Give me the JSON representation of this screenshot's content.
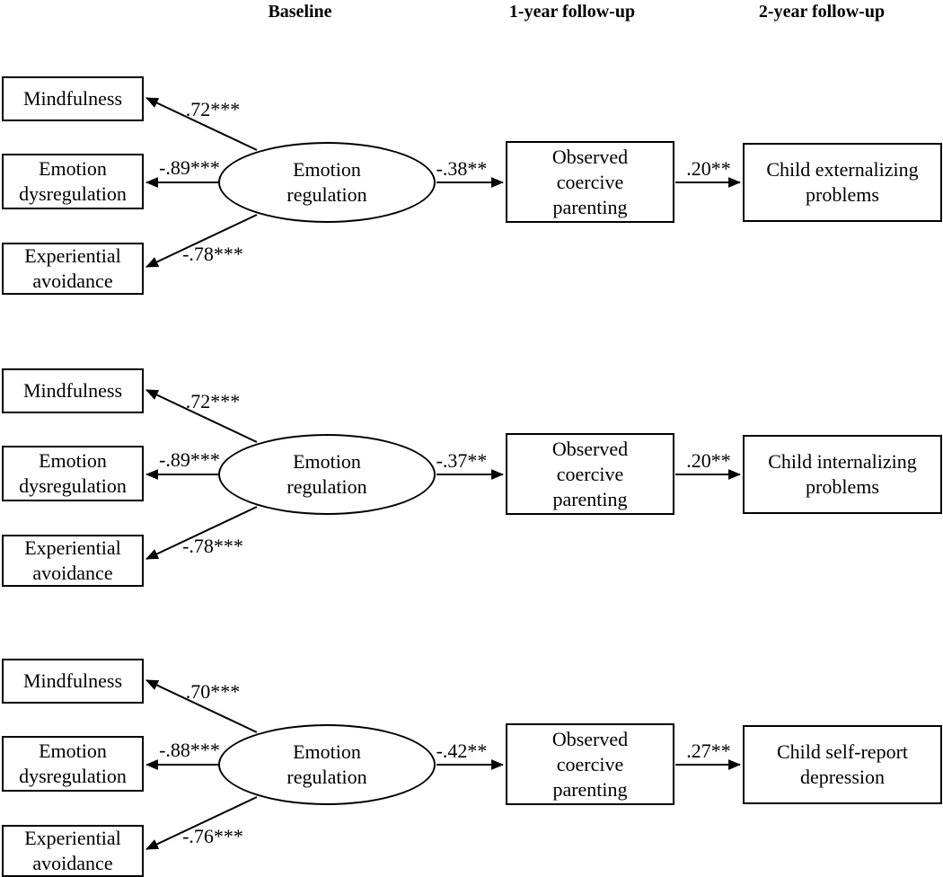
{
  "figure": {
    "headers": [
      {
        "label": "Baseline"
      },
      {
        "label": "1-year follow-up"
      },
      {
        "label": "2-year follow-up"
      }
    ],
    "models": [
      {
        "indicators": [
          {
            "label": "Mindfulness",
            "loading": ".72***"
          },
          {
            "label": "Emotion dysregulation",
            "loading": "-.89***"
          },
          {
            "label": "Experiential avoidance",
            "loading": "-.78***"
          }
        ],
        "latent": "Emotion regulation",
        "mediator": "Observed coercive parenting",
        "path_latent_to_mediator": "-.38**",
        "path_mediator_to_outcome": ".20**",
        "outcome": "Child externalizing problems"
      },
      {
        "indicators": [
          {
            "label": "Mindfulness",
            "loading": ".72***"
          },
          {
            "label": "Emotion dysregulation",
            "loading": "-.89***"
          },
          {
            "label": "Experiential avoidance",
            "loading": "-.78***"
          }
        ],
        "latent": "Emotion regulation",
        "mediator": "Observed coercive parenting",
        "path_latent_to_mediator": "-.37**",
        "path_mediator_to_outcome": ".20**",
        "outcome": "Child internalizing problems"
      },
      {
        "indicators": [
          {
            "label": "Mindfulness",
            "loading": ".70***"
          },
          {
            "label": "Emotion dysregulation",
            "loading": "-.88***"
          },
          {
            "label": "Experiential avoidance",
            "loading": "-.76***"
          }
        ],
        "latent": "Emotion regulation",
        "mediator": "Observed coercive parenting",
        "path_latent_to_mediator": "-.42**",
        "path_mediator_to_outcome": ".27**",
        "outcome": "Child self-report depression"
      }
    ],
    "colors": {
      "line": "#000000",
      "background": "#ffffff"
    }
  }
}
